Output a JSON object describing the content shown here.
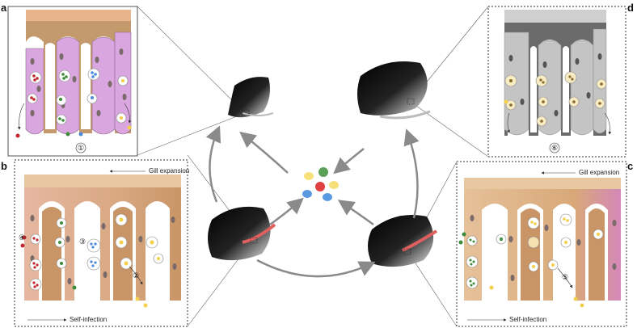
{
  "panels": {
    "a": {
      "letter": "a",
      "step": "①"
    },
    "b": {
      "letter": "b",
      "steps": [
        "④",
        "③",
        "②"
      ],
      "top_caption": "Gill expansion",
      "bottom_caption": "Self-infection"
    },
    "c": {
      "letter": "c",
      "steps": [
        "⑤"
      ],
      "top_caption": "Gill expansion",
      "bottom_caption": "Self-infection"
    },
    "d": {
      "letter": "d",
      "step": "⑥"
    }
  },
  "colors": {
    "tissue_pink": "#d9a6e0",
    "tissue_tan": "#c49a6c",
    "epithelium_orange": "#e8b48c",
    "grey_tissue": "#bdbdbd",
    "dark_grey": "#6b6b6b",
    "cell_red": "#c0282e",
    "cell_green": "#3c8c3c",
    "cell_blue": "#4a8ad8",
    "cell_yellow": "#f2d04a",
    "arrow": "#8a8a8a"
  },
  "icons": [
    "mussel-icon",
    "arrow-icon",
    "cell-cluster-icon"
  ]
}
